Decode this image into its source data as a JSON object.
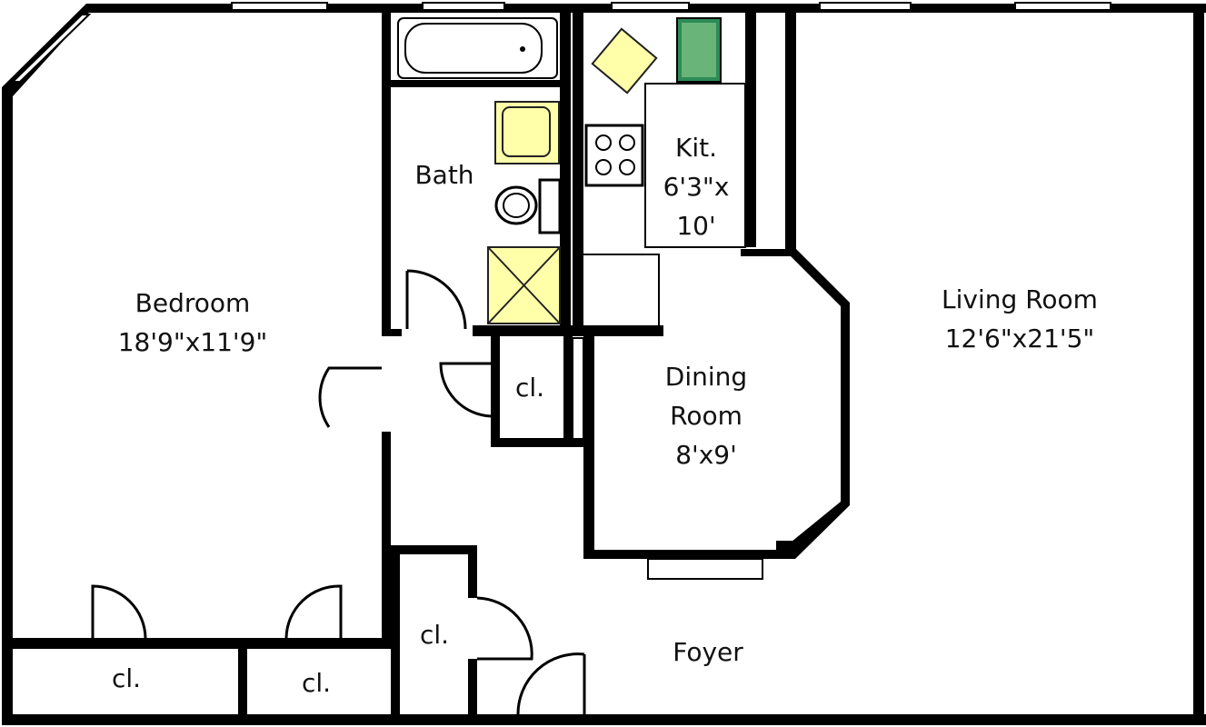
{
  "colors": {
    "wall": "#000000",
    "background": "#ffffff",
    "fixture": "#ffffaa",
    "plant": "#2e8b57"
  },
  "rooms": {
    "bedroom": {
      "name": "Bedroom",
      "size": "18'9\"x11'9\""
    },
    "bath": {
      "name": "Bath"
    },
    "kitchen": {
      "name": "Kit.",
      "size_line1": "6'3\"x",
      "size_line2": "10'"
    },
    "dining": {
      "name_line1": "Dining",
      "name_line2": "Room",
      "size": "8'x9'"
    },
    "living": {
      "name": "Living Room",
      "size": "12'6\"x21'5\""
    },
    "foyer": {
      "name": "Foyer"
    }
  },
  "closets": {
    "bath_hall": "cl.",
    "foyer": "cl.",
    "bedroom_left": "cl.",
    "bedroom_right": "cl."
  },
  "icons": [
    "bathtub-icon",
    "sink-icon",
    "toilet-icon",
    "shower-icon",
    "stove-icon",
    "kitchen-sink-icon",
    "plant-icon",
    "door-swing-icon"
  ]
}
